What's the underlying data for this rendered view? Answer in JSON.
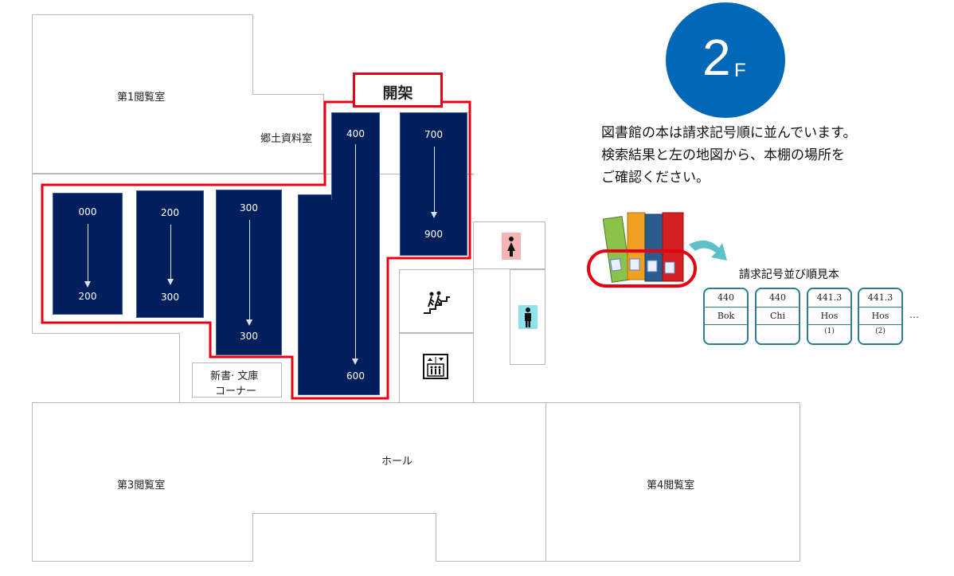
{
  "floor": {
    "number": "2",
    "suffix": "F",
    "badge_color": "#0068b7"
  },
  "rooms": {
    "reading1": "第1閲覧室",
    "local_materials": "郷土資料室",
    "new_books_line1": "新書· 文庫",
    "new_books_line2": "コーナー",
    "hall": "ホール",
    "reading3": "第3閲覧室",
    "reading4": "第4閲覧室"
  },
  "open_stacks": {
    "label": "開架",
    "color": "#e60012"
  },
  "shelves": [
    {
      "start": "000",
      "end": "200"
    },
    {
      "start": "200",
      "end": "300"
    },
    {
      "start": "300",
      "end": "300"
    },
    {
      "start": "400",
      "end": "600"
    },
    {
      "start": "700",
      "end": "900"
    }
  ],
  "shelf_color": "#001f5c",
  "facilities": {
    "womens_restroom": "womens-restroom-icon",
    "mens_restroom": "mens-restroom-icon",
    "stairs": "stairs-icon",
    "elevator": "elevator-icon"
  },
  "info": {
    "line1": "図書館の本は請求記号順に並んでいます。",
    "line2": "検索結果と左の地図から、本棚の場所を",
    "line3": "ご確認ください。"
  },
  "call_number_sample": {
    "title": "請求記号並び順見本",
    "cards": [
      {
        "class_no": "440",
        "author": "Bok",
        "vol": ""
      },
      {
        "class_no": "440",
        "author": "Chi",
        "vol": ""
      },
      {
        "class_no": "441.3",
        "author": "Hos",
        "vol": "(1)"
      },
      {
        "class_no": "441.3",
        "author": "Hos",
        "vol": "(2)"
      }
    ],
    "ellipsis": "…"
  }
}
